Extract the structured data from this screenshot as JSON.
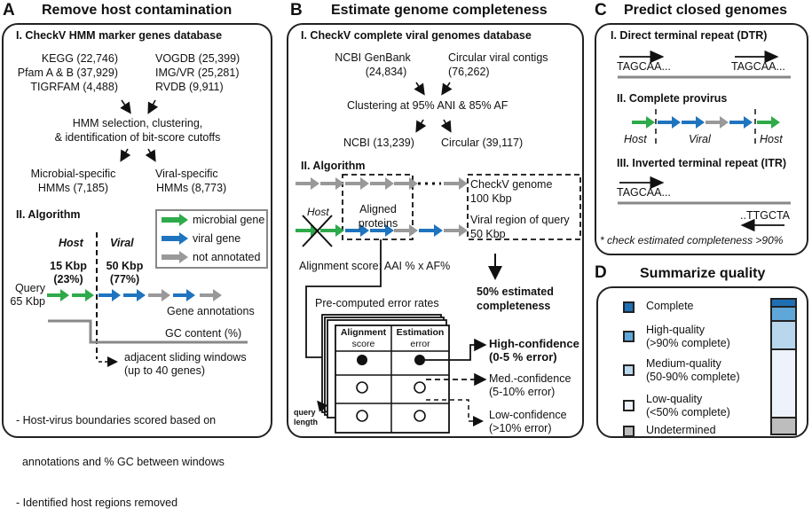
{
  "panels": {
    "A": {
      "letter": "A",
      "title": "Remove host contamination",
      "section1": "I. CheckV HMM marker genes database",
      "db_left": [
        "KEGG (22,746)",
        "Pfam A & B (37,929)",
        "TIGRFAM (4,488)"
      ],
      "db_right": [
        "VOGDB (25,399)",
        "IMG/VR (25,281)",
        "RVDB (9,911)"
      ],
      "step": [
        "HMM selection, clustering,",
        "& identification of bit-score cutoffs"
      ],
      "out_left": [
        "Microbial-specific",
        "HMMs (7,185)"
      ],
      "out_right": [
        "Viral-specific",
        "HMMs (8,773)"
      ],
      "section2": "II. Algorithm",
      "legend": [
        {
          "label": "microbial gene",
          "color": "#2eaa4a"
        },
        {
          "label": "viral gene",
          "color": "#1f74bf"
        },
        {
          "label": "not annotated",
          "color": "#999999"
        }
      ],
      "host_label": "Host",
      "viral_label": "Viral",
      "host_size": [
        "15 Kbp",
        "(23%)"
      ],
      "viral_size": [
        "50 Kbp",
        "(77%)"
      ],
      "query": [
        "Query",
        "65 Kbp"
      ],
      "gene_annotations": "Gene annotations",
      "gc_content": "GC content (%)",
      "windows": [
        "adjacent sliding windows",
        "(up to 40 genes)"
      ],
      "notes": [
        "- Host-virus boundaries scored based on",
        "  annotations and % GC between windows",
        "- Identified host regions removed"
      ]
    },
    "B": {
      "letter": "B",
      "title": "Estimate genome completeness",
      "section1": "I. CheckV complete viral genomes database",
      "src_left": [
        "NCBI GenBank",
        "(24,834)"
      ],
      "src_right": [
        "Circular viral contigs",
        "(76,262)"
      ],
      "clustering": "Clustering at 95% ANI & 85% AF",
      "out_left": "NCBI (13,239)",
      "out_right": "Circular (39,117)",
      "section2": "II. Algorithm",
      "host_label": "Host",
      "aligned": [
        "Aligned",
        "proteins"
      ],
      "ref_genome": [
        "CheckV genome",
        "100 Kbp"
      ],
      "query_region": [
        "Viral region of query",
        "50 Kbp"
      ],
      "alignment_score": "Alignment score: AAI % x AF%",
      "estimate": [
        "50% estimated",
        "completeness"
      ],
      "error_title": "Pre-computed error rates",
      "table_headers": [
        [
          "Alignment",
          "score"
        ],
        [
          "Estimation",
          "error"
        ]
      ],
      "query_length": [
        "query",
        "length"
      ],
      "confidence": [
        {
          "label": "High-confidence",
          "detail": "(0-5 % error)"
        },
        {
          "label": "Med.-confidence",
          "detail": "(5-10% error)"
        },
        {
          "label": "Low-confidence",
          "detail": "(>10% error)"
        }
      ]
    },
    "C": {
      "letter": "C",
      "title": "Predict closed genomes",
      "dtr_title": "I. Direct terminal repeat (DTR)",
      "dtr_seq": "TAGCAA...",
      "provirus_title": "II. Complete provirus",
      "host_label": "Host",
      "viral_label": "Viral",
      "itr_title": "III. Inverted terminal repeat (ITR)",
      "itr_seq_fwd": "TAGCAA...",
      "itr_seq_rev": "..TTGCTA",
      "footnote": "* check estimated completeness >90%"
    },
    "D": {
      "letter": "D",
      "title": "Summarize quality",
      "legend": [
        {
          "label": [
            "Complete"
          ],
          "color": "#1f6fb5"
        },
        {
          "label": [
            "High-quality",
            "(>90% complete)"
          ],
          "color": "#5fa7d9"
        },
        {
          "label": [
            "Medium-quality",
            "(50-90% complete)"
          ],
          "color": "#b9d7ec"
        },
        {
          "label": [
            "Low-quality",
            "(<50% complete)"
          ],
          "color": "#eef3fb"
        },
        {
          "label": [
            "Undetermined"
          ],
          "color": "#bdbdbd"
        }
      ],
      "stacked_fractions": [
        0.05,
        0.1,
        0.21,
        0.52,
        0.12
      ]
    }
  }
}
